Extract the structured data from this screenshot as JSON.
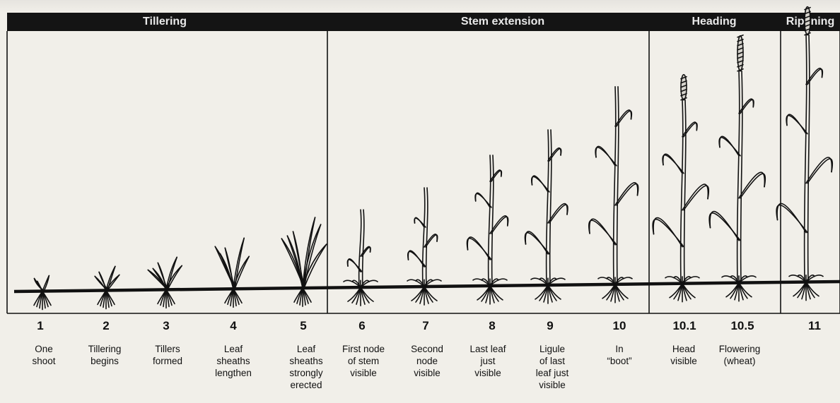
{
  "phases": [
    {
      "label": "Tillering"
    },
    {
      "label": "Stem extension"
    },
    {
      "label": "Heading"
    },
    {
      "label": "Ripening"
    }
  ],
  "stages": [
    {
      "number": "1",
      "description": "One\nshoot"
    },
    {
      "number": "2",
      "description": "Tillering\nbegins"
    },
    {
      "number": "3",
      "description": "Tillers\nformed"
    },
    {
      "number": "4",
      "description": "Leaf\nsheaths\nlengthen"
    },
    {
      "number": "5",
      "description": "Leaf\nsheaths\nstrongly\nerected"
    },
    {
      "number": "6",
      "description": "First node\nof stem\nvisible"
    },
    {
      "number": "7",
      "description": "Second\nnode\nvisible"
    },
    {
      "number": "8",
      "description": "Last leaf\njust\nvisible"
    },
    {
      "number": "9",
      "description": "Ligule\nof last\nleaf just\nvisible"
    },
    {
      "number": "10",
      "description": "In\n“boot”"
    },
    {
      "number": "10.1",
      "description": "Head\nvisible"
    },
    {
      "number": "10.5",
      "description": "Flowering\n(wheat)"
    },
    {
      "number": "11",
      "description": ""
    }
  ],
  "colors": {
    "ink": "#111111",
    "header": "#141414",
    "header_text": "#e9e9e9",
    "paper": "#f1efe9"
  }
}
